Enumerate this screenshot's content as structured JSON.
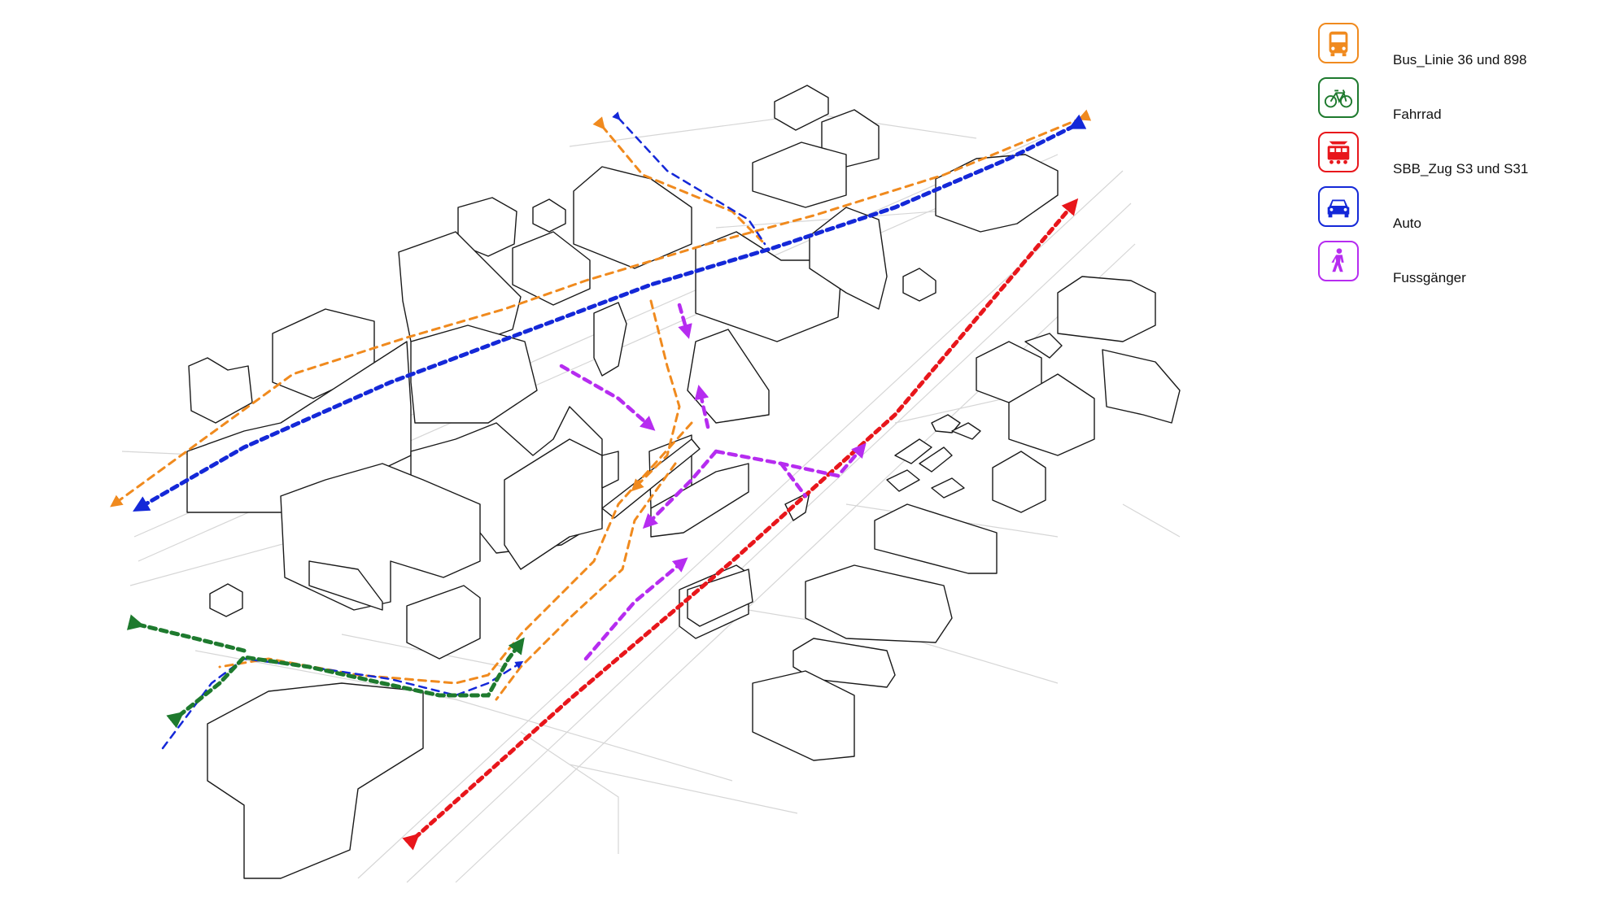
{
  "legend": {
    "items": [
      {
        "id": "bus",
        "label": "Bus_Linie 36 und 898",
        "color": "#f08a1e",
        "icon": "bus-icon"
      },
      {
        "id": "bike",
        "label": "Fahrrad",
        "color": "#1e7a2e",
        "icon": "bicycle-icon"
      },
      {
        "id": "train",
        "label": "SBB_Zug S3 und S31",
        "color": "#e8161b",
        "icon": "train-icon"
      },
      {
        "id": "car",
        "label": "Auto",
        "color": "#1428d8",
        "icon": "car-icon"
      },
      {
        "id": "walk",
        "label": "Fussgänger",
        "color": "#b62cf0",
        "icon": "pedestrian-icon"
      }
    ]
  }
}
